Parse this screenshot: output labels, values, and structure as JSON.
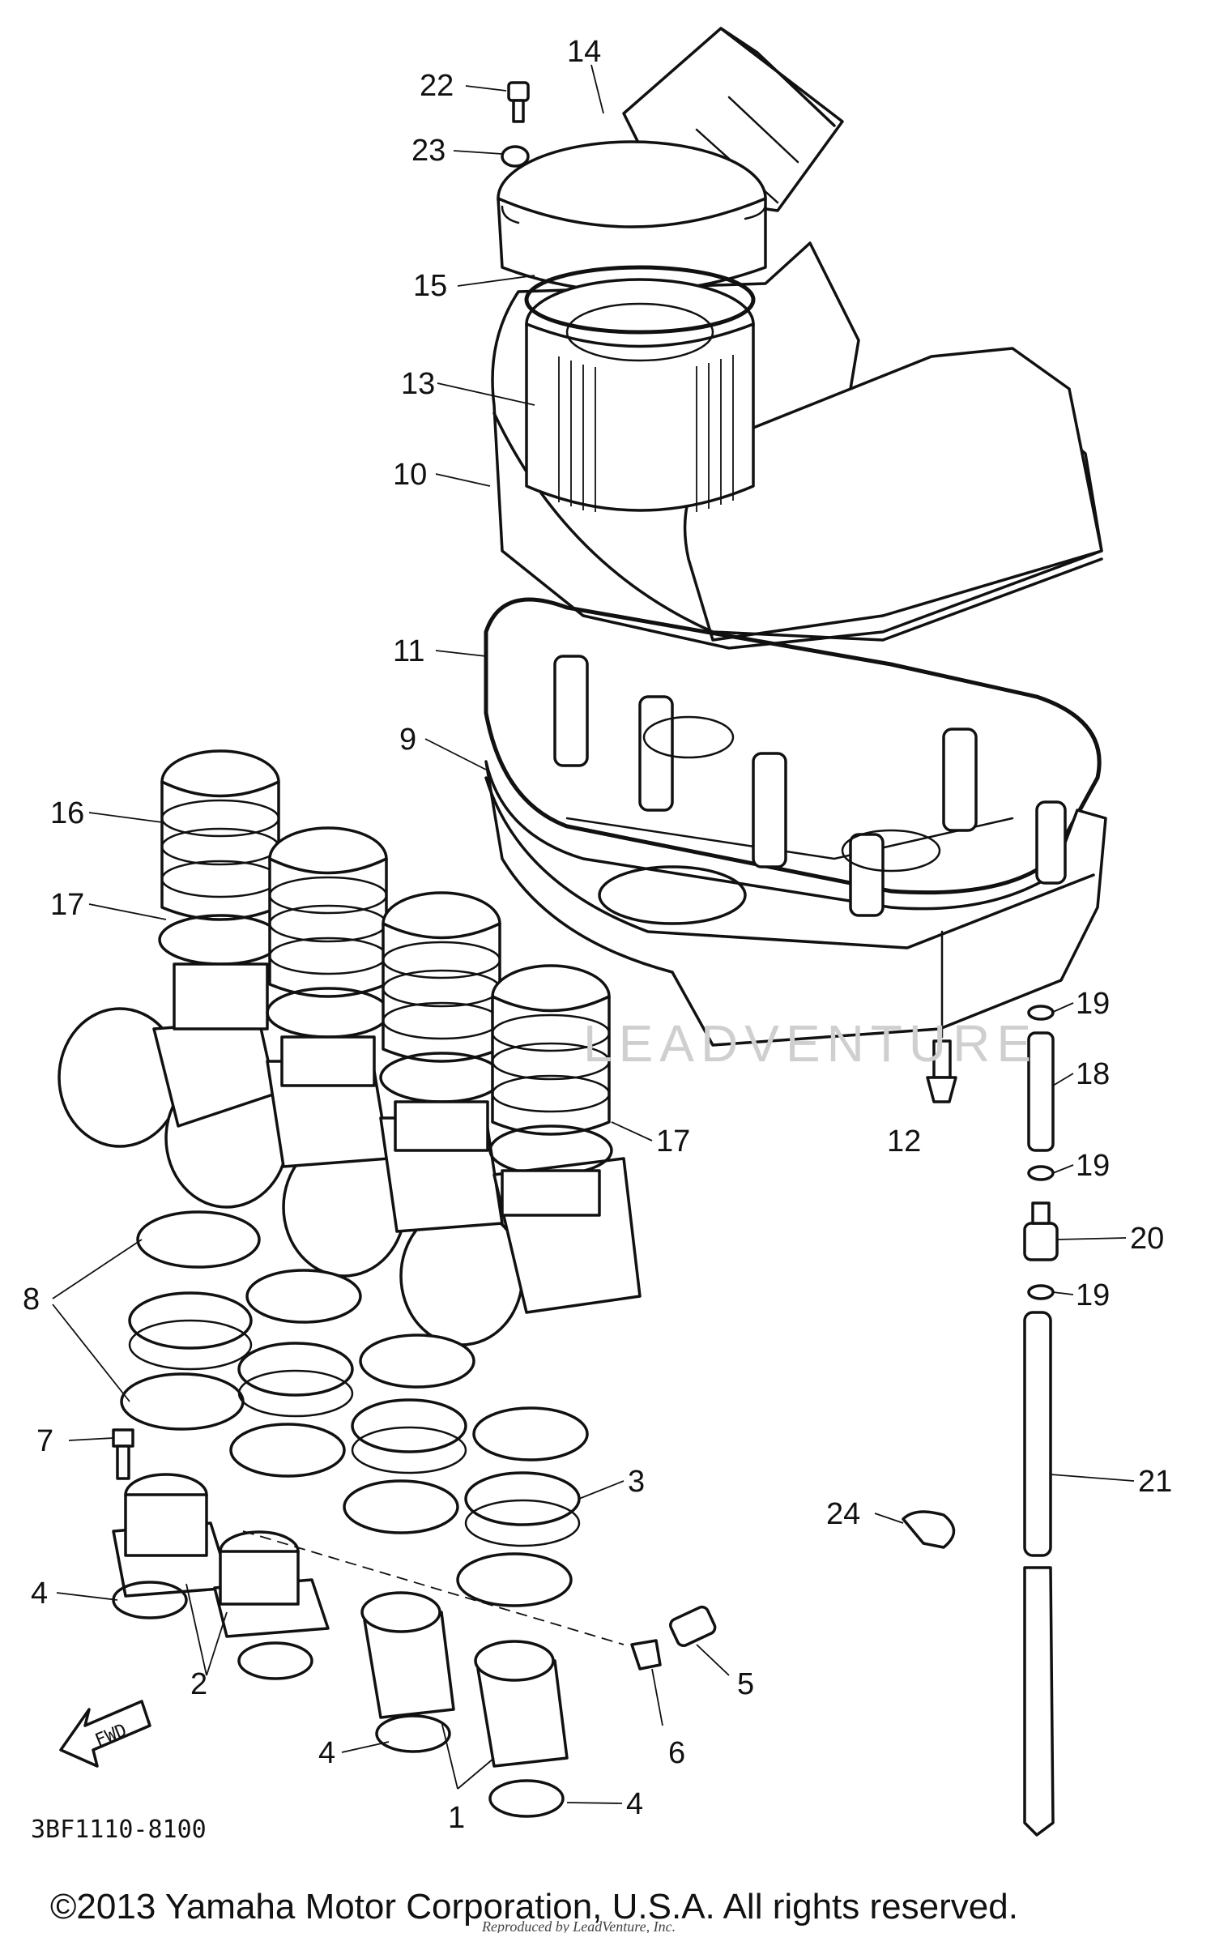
{
  "diagram": {
    "part_code": "3BF1110-8100",
    "copyright": "©2013 Yamaha Motor Corporation, U.S.A. All rights reserved.",
    "watermark": "LEADVENTURE",
    "reproduced_note": "Reproduced by LeadVenture, Inc.",
    "fwd_label": "FWD",
    "callouts": [
      "22",
      "14",
      "23",
      "15",
      "13",
      "10",
      "11",
      "9",
      "16",
      "17",
      "19",
      "18",
      "12",
      "17",
      "19",
      "20",
      "8",
      "19",
      "7",
      "3",
      "21",
      "24",
      "4",
      "2",
      "5",
      "6",
      "4",
      "1",
      "4"
    ]
  }
}
